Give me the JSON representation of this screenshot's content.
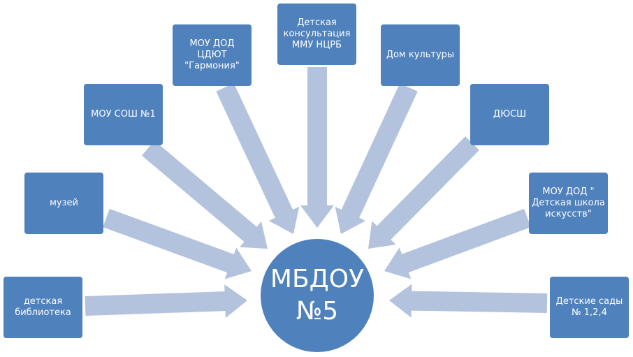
{
  "center": {
    "line1": "МБДОУ",
    "line2": "№5"
  },
  "partners": [
    {
      "id": "library",
      "label": "детская\nбиблиотека"
    },
    {
      "id": "museum",
      "label": "музей"
    },
    {
      "id": "school1",
      "label": "МОУ СОШ №1"
    },
    {
      "id": "garmonia",
      "label": "МОУ ДОД\nЦДЮТ\n\"Гармония\""
    },
    {
      "id": "consultation",
      "label": "Детская\nконсультация\nММУ НЦРБ"
    },
    {
      "id": "culture-house",
      "label": "Дом культуры"
    },
    {
      "id": "dyussh",
      "label": "ДЮСШ"
    },
    {
      "id": "art-school",
      "label": "МОУ ДОД \"\nДетская школа\nискусств\""
    },
    {
      "id": "kindergartens",
      "label": "Детские сады\n№ 1,2,4"
    }
  ],
  "colors": {
    "box": "#4f81bd",
    "arrow": "#b3c3dd",
    "text": "#ffffff"
  }
}
